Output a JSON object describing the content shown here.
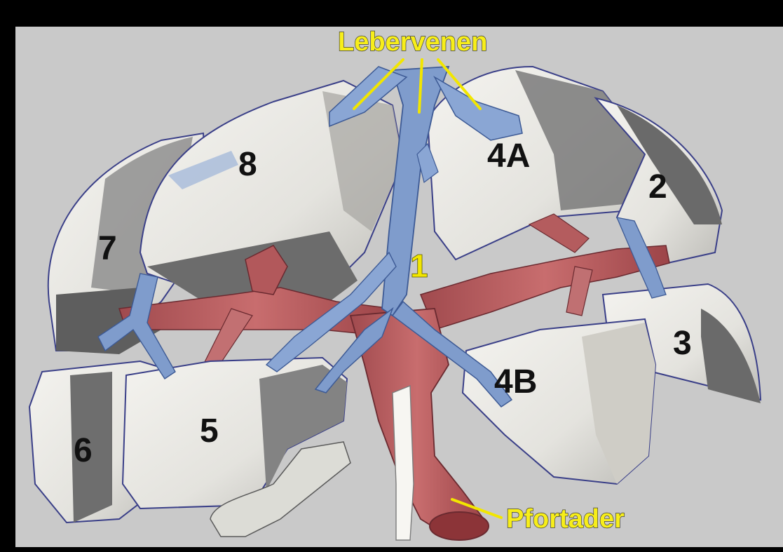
{
  "diagram": {
    "labels": {
      "hepatic_veins": "Lebervenen",
      "portal_vein": "Pfortader",
      "seg_1": "1",
      "seg_2": "2",
      "seg_3": "3",
      "seg_4a": "4A",
      "seg_4b": "4B",
      "seg_5": "5",
      "seg_6": "6",
      "seg_7": "7",
      "seg_8": "8"
    },
    "colors": {
      "background": "#c9c9c9",
      "frame": "#000000",
      "segment_light": "#ecebe6",
      "segment_shadow": "#6e6e6e",
      "veins": "#7f9ccc",
      "portal": "#b65a5c",
      "label_yellow": "#f2e600"
    }
  }
}
